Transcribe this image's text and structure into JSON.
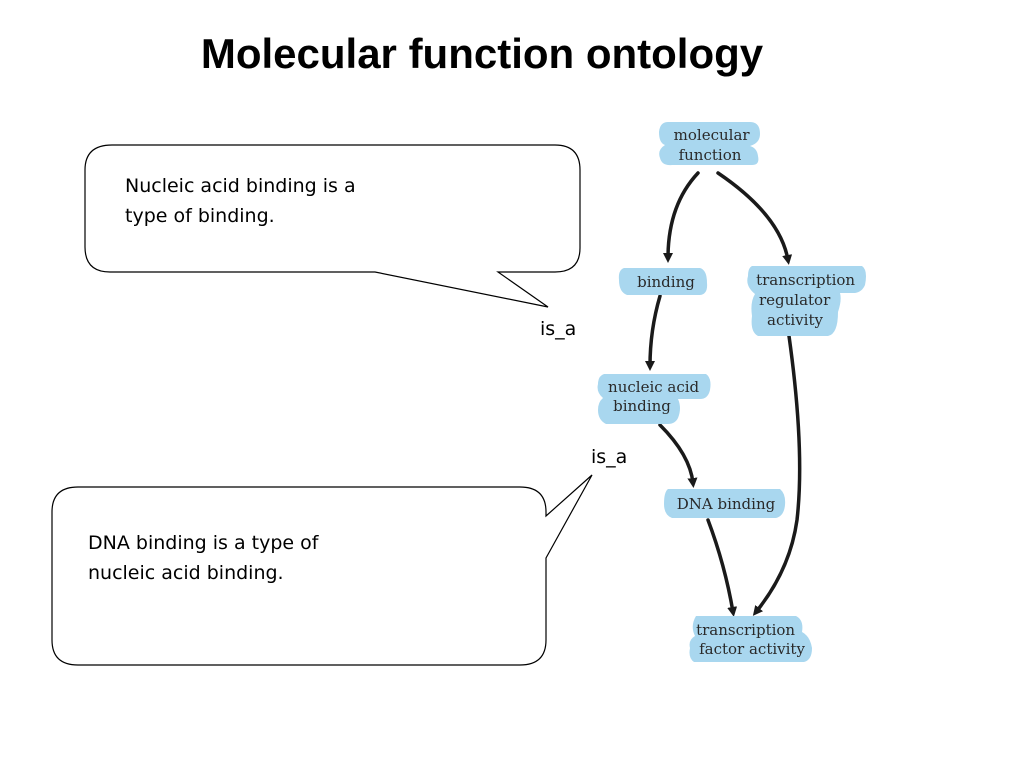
{
  "title": "Molecular function ontology",
  "callouts": [
    {
      "text": "Nucleic acid binding is a\ntype of binding."
    },
    {
      "text": "DNA binding is a type of\nnucleic acid binding."
    }
  ],
  "relation_labels": [
    "is_a",
    "is_a"
  ],
  "nodes": {
    "molecular_function": [
      "molecular",
      "function"
    ],
    "binding": [
      "binding"
    ],
    "transcription_regulator_activity": [
      "transcription",
      "regulator",
      "activity"
    ],
    "nucleic_acid_binding": [
      "nucleic acid",
      "binding"
    ],
    "dna_binding": [
      "DNA binding"
    ],
    "transcription_factor_activity": [
      "transcription",
      "factor activity"
    ]
  },
  "colors": {
    "node_fill": "#a9d7ef",
    "arrow": "#1a1a1a",
    "bubble_stroke": "#000000"
  }
}
